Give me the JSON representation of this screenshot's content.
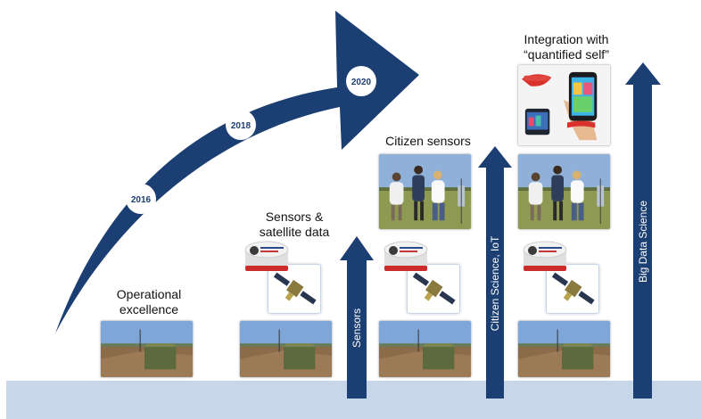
{
  "stages": {
    "operational": "Operational excellence",
    "sensors_satellite": "Sensors & satellite data",
    "citizen": "Citizen sensors",
    "quantified_self": "Integration with “quantified self”"
  },
  "years": [
    "2016",
    "2018",
    "2020"
  ],
  "arrows": {
    "sensors": "Sensors",
    "citizen_iot": "Citizen Science, IoT",
    "big_data": "Big Data Science"
  },
  "colors": {
    "arrow": "#1c3f73",
    "floor": "#c8d6ea",
    "year_text": "#1c3f73"
  }
}
